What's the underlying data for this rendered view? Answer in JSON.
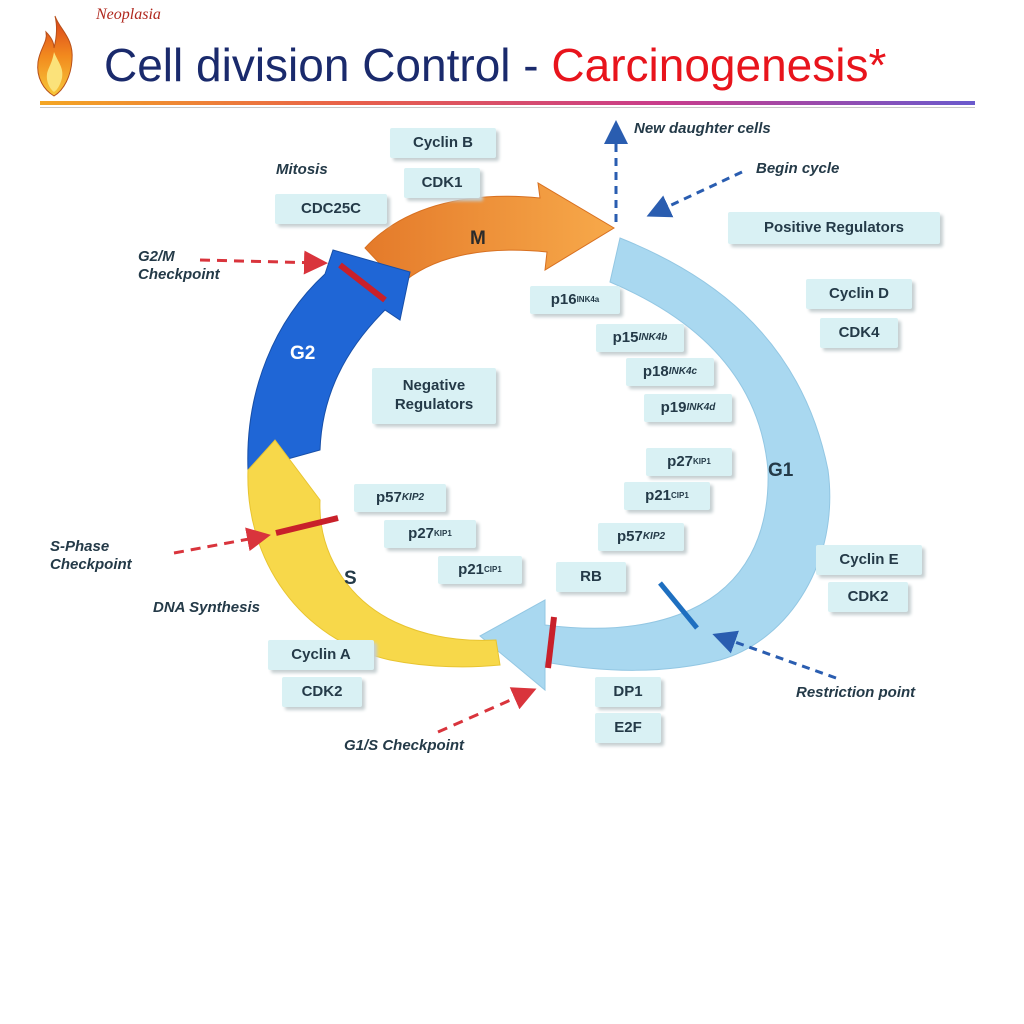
{
  "header": {
    "topic": "Neoplasia",
    "title_main": "Cell division Control - ",
    "title_accent": "Carcinogenesis*"
  },
  "logo": {
    "icon": "flame-icon"
  },
  "colors": {
    "m_phase": "#f19a3e",
    "g1_phase": "#a9d8f0",
    "s_phase": "#f7d84a",
    "g2_phase": "#1f66d6",
    "checkpoint_mark": "#c8202a",
    "restriction_mark": "#1e6fc0",
    "regulator_box": "#d9f1f4",
    "arrow_red": "#d9343c",
    "arrow_blue": "#2a5db0"
  },
  "phases": {
    "m": "M",
    "g1": "G1",
    "s": "S",
    "g2": "G2"
  },
  "annotations": {
    "new_daughter_cells": "New daughter cells",
    "begin_cycle": "Begin cycle",
    "mitosis": "Mitosis",
    "g2m_checkpoint": "G2/M\nCheckpoint",
    "s_phase_checkpoint": "S-Phase\nCheckpoint",
    "dna_synthesis": "DNA Synthesis",
    "g1s_checkpoint": "G1/S Checkpoint",
    "restriction_point": "Restriction point"
  },
  "positive_regulators": {
    "heading": "Positive Regulators",
    "mitosis": [
      "Cyclin B",
      "CDK1",
      "CDC25C"
    ],
    "g1": [
      "Cyclin D",
      "CDK4"
    ],
    "g1s": [
      "Cyclin E",
      "CDK2"
    ],
    "s": [
      "Cyclin A",
      "CDK2"
    ],
    "e2f": [
      "DP1",
      "E2F"
    ]
  },
  "negative_regulators": {
    "heading": "Negative\nRegulators",
    "g1_inhibitors": [
      {
        "name": "p16",
        "sup": "INK4a"
      },
      {
        "name": "p15",
        "sup": "INK4b"
      },
      {
        "name": "p18",
        "sup": "INK4c"
      },
      {
        "name": "p19",
        "sup": "INK4d"
      },
      {
        "name": "p27",
        "sup": "KIP1"
      },
      {
        "name": "p21",
        "sup": "CIP1"
      },
      {
        "name": "p57",
        "sup": "KIP2"
      }
    ],
    "s_inhibitors": [
      {
        "name": "p57",
        "sup": "KIP2"
      },
      {
        "name": "p27",
        "sup": "KIP1"
      },
      {
        "name": "p21",
        "sup": "CIP1"
      }
    ],
    "rb": "RB"
  }
}
